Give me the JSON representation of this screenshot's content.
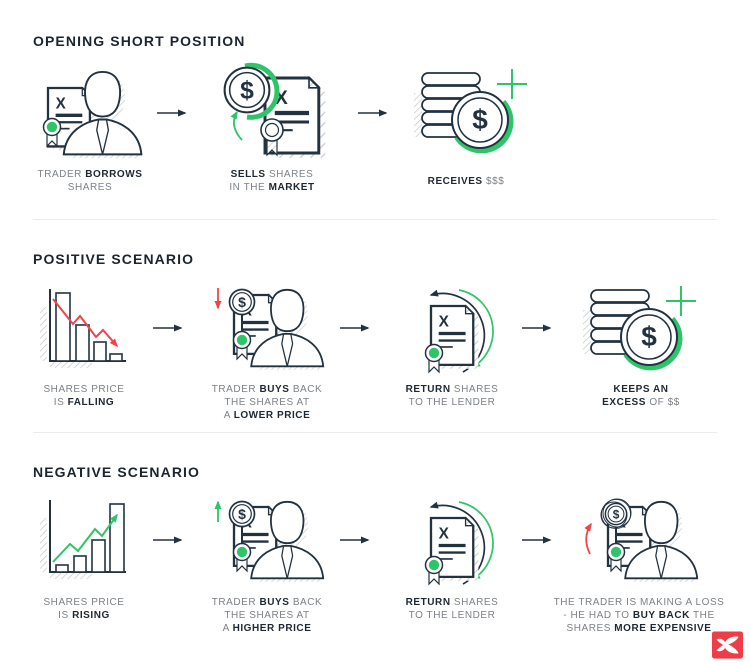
{
  "colors": {
    "navy_outline": "#233240",
    "title_text": "#1b2530",
    "caption_gray": "#7d8187",
    "caption_dark": "#1e2833",
    "green_accent": "#2ec468",
    "red_accent": "#f2434b",
    "divider": "#ebebeb",
    "logo_red": "#ec3d49"
  },
  "sections": [
    {
      "title": "OPENING SHORT POSITION",
      "steps": [
        {
          "icon": "trader-borrows-icon",
          "caption": "TRADER **BORROWS**\nSHARES"
        },
        {
          "icon": "sells-shares-icon",
          "caption": "**SELLS** SHARES\nIN THE **MARKET**"
        },
        {
          "icon": "receives-money-icon",
          "caption": "**RECEIVES** $$$"
        }
      ]
    },
    {
      "title": "POSITIVE SCENARIO",
      "steps": [
        {
          "icon": "chart-falling-icon",
          "caption": "SHARES PRICE\nIS **FALLING**"
        },
        {
          "icon": "trader-buys-lower-icon",
          "caption": "TRADER **BUYS** BACK\nTHE SHARES AT\nA **LOWER PRICE**"
        },
        {
          "icon": "return-shares-icon",
          "caption": "**RETURN** SHARES\nTO THE LENDER"
        },
        {
          "icon": "keeps-excess-icon",
          "caption": "**KEEPS AN**\n**EXCESS** OF $$"
        }
      ]
    },
    {
      "title": "NEGATIVE SCENARIO",
      "steps": [
        {
          "icon": "chart-rising-icon",
          "caption": "SHARES PRICE\nIS **RISING**"
        },
        {
          "icon": "trader-buys-higher-icon",
          "caption": "TRADER **BUYS** BACK\nTHE SHARES AT\nA **HIGHER PRICE**"
        },
        {
          "icon": "return-shares-icon",
          "caption": "**RETURN** SHARES\nTO THE LENDER"
        },
        {
          "icon": "trader-loss-icon",
          "caption": "THE TRADER IS MAKING A LOSS\n- HE HAD TO **BUY BACK** THE\nSHARES **MORE EXPENSIVE**"
        }
      ]
    }
  ],
  "logo": {
    "name": "xtb-logo"
  }
}
